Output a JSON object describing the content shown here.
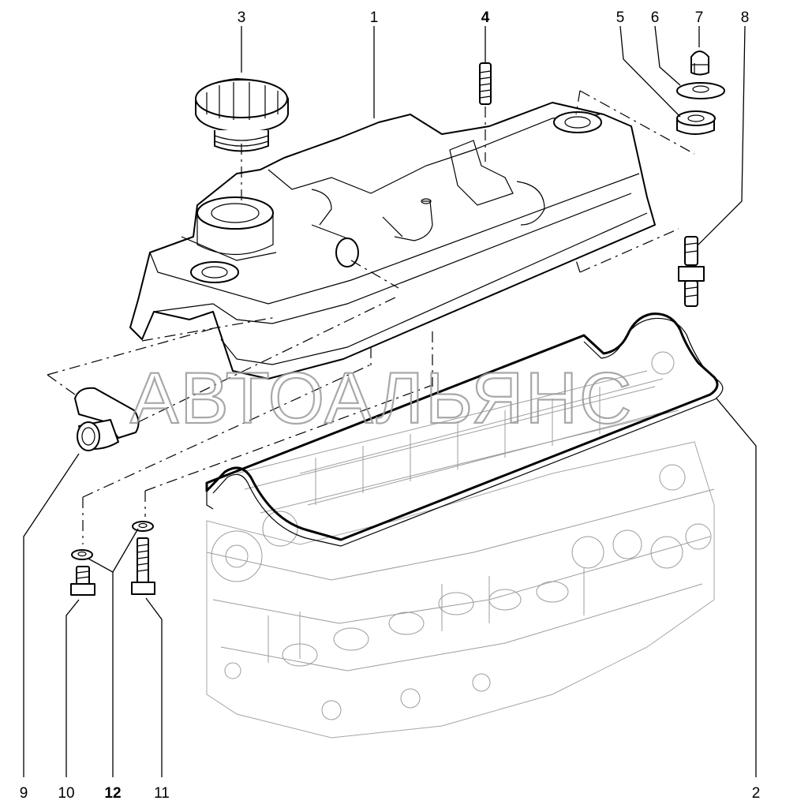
{
  "watermark": "АВТОАЛЬЯНС",
  "callouts": [
    {
      "id": "1",
      "text": "1",
      "bold": false
    },
    {
      "id": "2",
      "text": "2",
      "bold": false
    },
    {
      "id": "3",
      "text": "3",
      "bold": false
    },
    {
      "id": "4",
      "text": "4",
      "bold": true
    },
    {
      "id": "5",
      "text": "5",
      "bold": false
    },
    {
      "id": "6",
      "text": "6",
      "bold": false
    },
    {
      "id": "7",
      "text": "7",
      "bold": false
    },
    {
      "id": "8",
      "text": "8",
      "bold": false
    },
    {
      "id": "9",
      "text": "9",
      "bold": false
    },
    {
      "id": "10",
      "text": "10",
      "bold": false
    },
    {
      "id": "11",
      "text": "11",
      "bold": false
    },
    {
      "id": "12",
      "text": "12",
      "bold": true
    }
  ]
}
